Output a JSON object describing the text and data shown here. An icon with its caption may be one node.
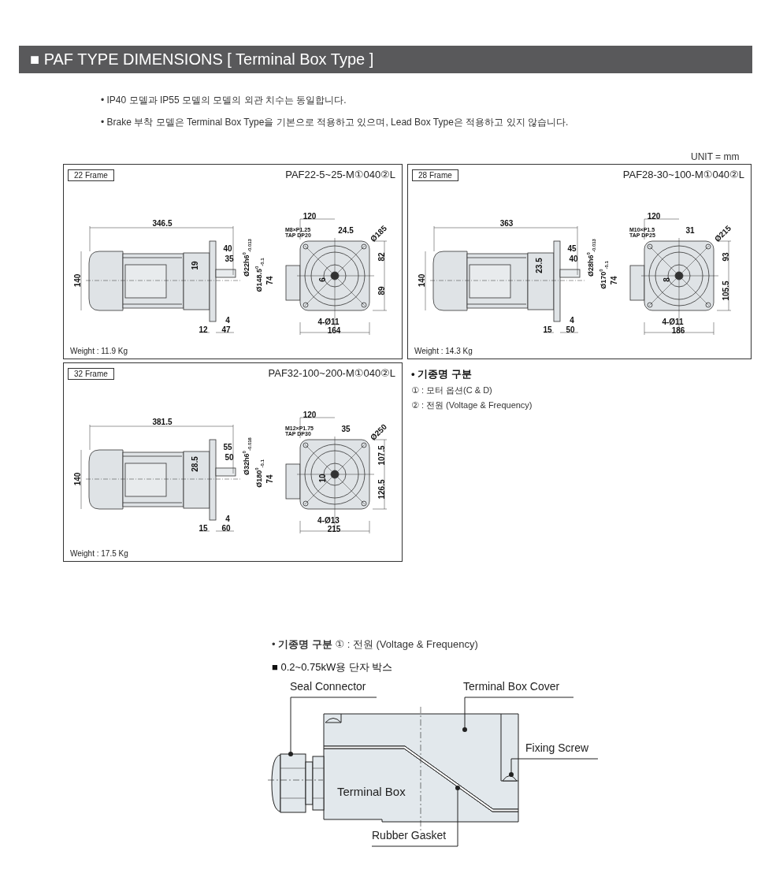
{
  "diagram": {
    "title": "■ PAF TYPE DIMENSIONS [ Terminal Box Type ]",
    "nodes": [
      {
        "text": [
          "PAF22-5~25-M①040②L",
          "Weight : 11.9 Kg"
        ]
      },
      {
        "text": [
          "22 Frame"
        ],
        "in": 0
      },
      {
        "text": [
          "PAF28-30~100-M①040②L",
          "Weight : 14.3 Kg"
        ]
      },
      {
        "text": [
          "28 Frame"
        ],
        "in": 2
      },
      {
        "text": [
          "PAF32-100~200-M①040②L",
          "Weight : 17.5 Kg"
        ]
      },
      {
        "text": [
          "32 Frame"
        ],
        "in": 4
      },
      {
        "text": [
          "Seal Connector"
        ]
      },
      {
        "text": [
          "Terminal Box Cover"
        ]
      },
      {
        "text": [
          "Fixing Screw"
        ]
      },
      {
        "text": [
          "Rubber Gasket"
        ]
      },
      {
        "text": [],
        "shape": "picture"
      },
      {
        "text": [],
        "shape": "picture"
      },
      {
        "text": [],
        "shape": "picture",
        "in": 11
      },
      {
        "text": [],
        "shape": "picture"
      },
      {
        "text": [
          "Terminal Box"
        ]
      }
    ],
    "edges": [
      {
        "from": 6,
        "to": 10,
        "arrow": "other"
      },
      {
        "from": 7,
        "to": 11,
        "arrow": "other"
      },
      {
        "from": 8,
        "to": 12,
        "arrow": "other"
      },
      {
        "from": 9,
        "to": 13,
        "arrow": "other"
      }
    ],
    "labels": [
      "• IP40 모델과 IP55 모델의 모델의 외관 치수는 동일합니다.",
      "• Brake 부착 모델은 Terminal Box Type을 기본으로 적용하고 있으며, Lead Box Type은 적용하고 있지 않습니다.",
      "UNIT = mm",
      "346.5",
      "140",
      "19",
      "40",
      "35",
      "Ø22h6$^{0}$$_{-0.013}$",
      "Ø148.5$^{0}$$_{-0.1}$",
      "4",
      "12",
      "47",
      "120",
      "M8×P1.25 TAP DP20",
      "24.5",
      "Ø185",
      "82",
      "74",
      "6",
      "89",
      "4-Ø11",
      "164",
      "363",
      "140",
      "23.5",
      "45",
      "40",
      "Ø28h6$^{0}$$_{-0.013}$",
      "Ø170$^{0}$$_{-0.1}$",
      "4",
      "15",
      "50",
      "120",
      "M10×P1.5 TAP DP25",
      "31",
      "Ø215",
      "93",
      "74",
      "8",
      "105.5",
      "4-Ø11",
      "186",
      "381.5",
      "140",
      "28.5",
      "55",
      "50",
      "Ø32h6$^{0}$$_{-0.016}$",
      "Ø180$^{0}$$_{-0.1}$",
      "4",
      "15",
      "60",
      "120",
      "M12×P1.75 TAP DP30",
      "35",
      "Ø250",
      "107.5",
      "74",
      "10",
      "126.5",
      "4-Ø13",
      "215",
      "• 기종명 구분",
      "① : 모터 옵션(C & D)",
      "② : 전원 (Voltage & Frequency)",
      "• **기종명 구분** ① : 전원 (Voltage & Frequency)",
      "■ 0.2~0.75kW용 단자 박스"
    ]
  }
}
